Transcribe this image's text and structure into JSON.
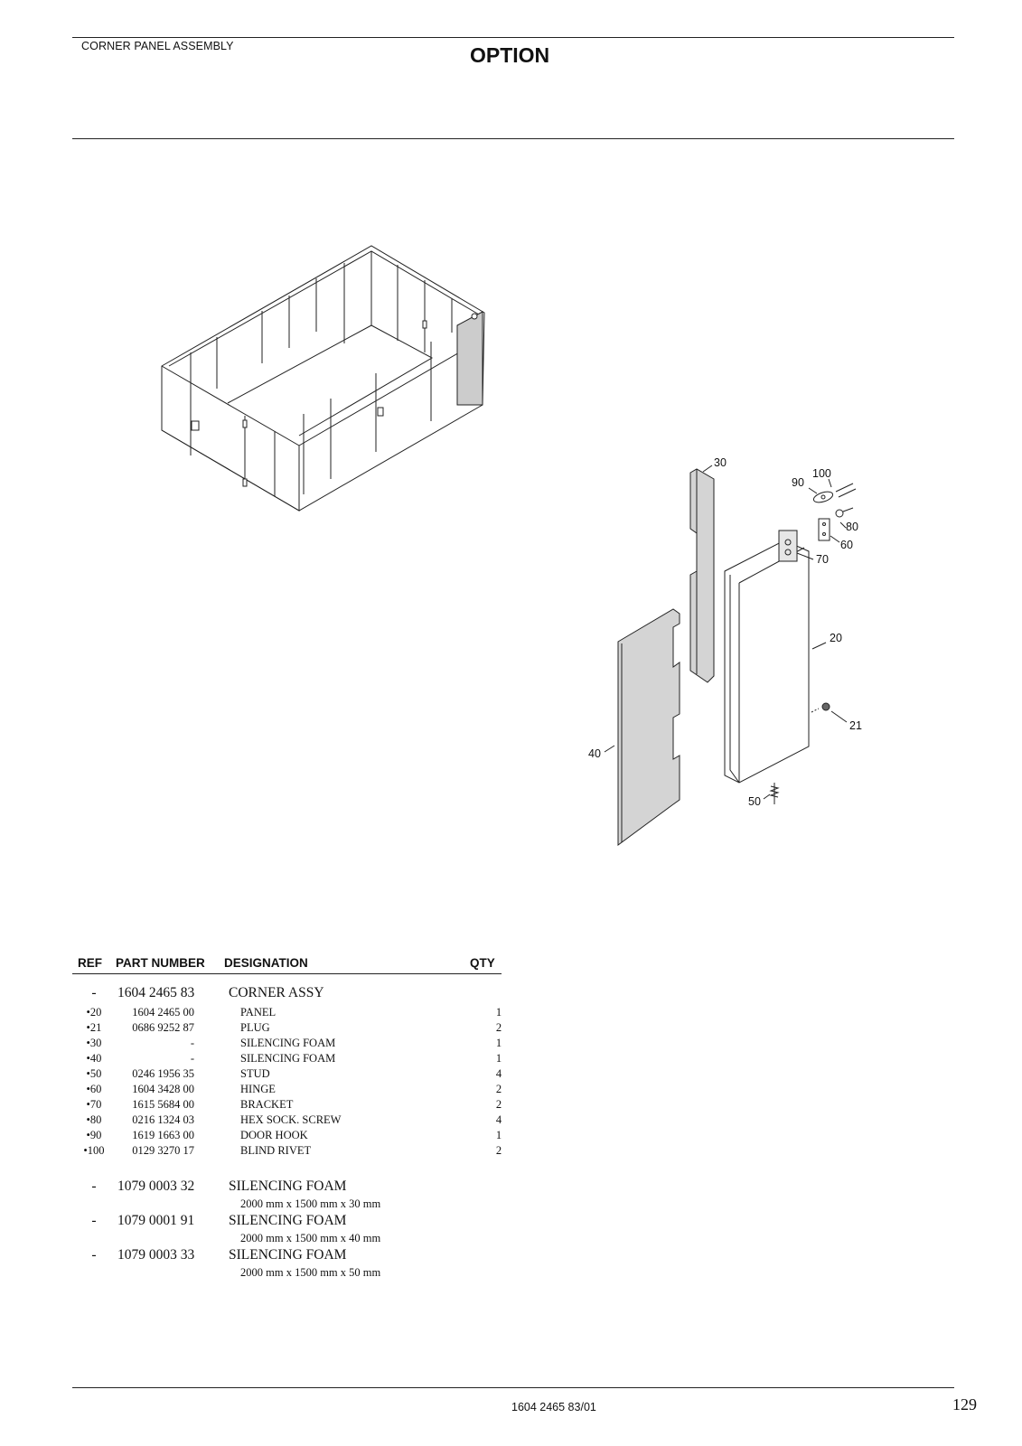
{
  "header": {
    "section_title": "CORNER PANEL ASSEMBLY",
    "option_label": "OPTION"
  },
  "figure": {
    "callouts": {
      "c30": "30",
      "c90": "90",
      "c100": "100",
      "c80": "80",
      "c60": "60",
      "c70": "70",
      "c20": "20",
      "c21": "21",
      "c40": "40",
      "c50": "50"
    }
  },
  "parts_table": {
    "headers": {
      "ref": "REF",
      "part_number": "PART NUMBER",
      "designation": "DESIGNATION",
      "qty": "QTY"
    },
    "assembly": {
      "ref": "-",
      "part_number": "1604 2465 83",
      "designation": "CORNER ASSY"
    },
    "rows": [
      {
        "ref": "•20",
        "part_number": "1604 2465 00",
        "designation": "PANEL",
        "qty": "1"
      },
      {
        "ref": "•21",
        "part_number": "0686 9252 87",
        "designation": "PLUG",
        "qty": "2"
      },
      {
        "ref": "•30",
        "part_number": "-",
        "designation": "SILENCING FOAM",
        "qty": "1"
      },
      {
        "ref": "•40",
        "part_number": "-",
        "designation": "SILENCING FOAM",
        "qty": "1"
      },
      {
        "ref": "•50",
        "part_number": "0246 1956 35",
        "designation": "STUD",
        "qty": "4"
      },
      {
        "ref": "•60",
        "part_number": "1604 3428 00",
        "designation": "HINGE",
        "qty": "2"
      },
      {
        "ref": "•70",
        "part_number": "1615 5684 00",
        "designation": "BRACKET",
        "qty": "2"
      },
      {
        "ref": "•80",
        "part_number": "0216 1324 03",
        "designation": "HEX SOCK. SCREW",
        "qty": "4"
      },
      {
        "ref": "•90",
        "part_number": "1619 1663 00",
        "designation": "DOOR HOOK",
        "qty": "1"
      },
      {
        "ref": "•100",
        "part_number": "0129 3270 17",
        "designation": "BLIND RIVET",
        "qty": "2"
      }
    ],
    "extra_items": [
      {
        "ref": "-",
        "part_number": "1079 0003 32",
        "designation": "SILENCING FOAM",
        "note": "2000 mm x 1500 mm x 30 mm"
      },
      {
        "ref": "-",
        "part_number": "1079 0001 91",
        "designation": "SILENCING FOAM",
        "note": "2000 mm x 1500 mm x 40 mm"
      },
      {
        "ref": "-",
        "part_number": "1079 0003 33",
        "designation": "SILENCING FOAM",
        "note": "2000 mm x 1500 mm x 50 mm"
      }
    ]
  },
  "footer": {
    "doc_number": "1604 2465 83/01",
    "page_number": "129"
  }
}
